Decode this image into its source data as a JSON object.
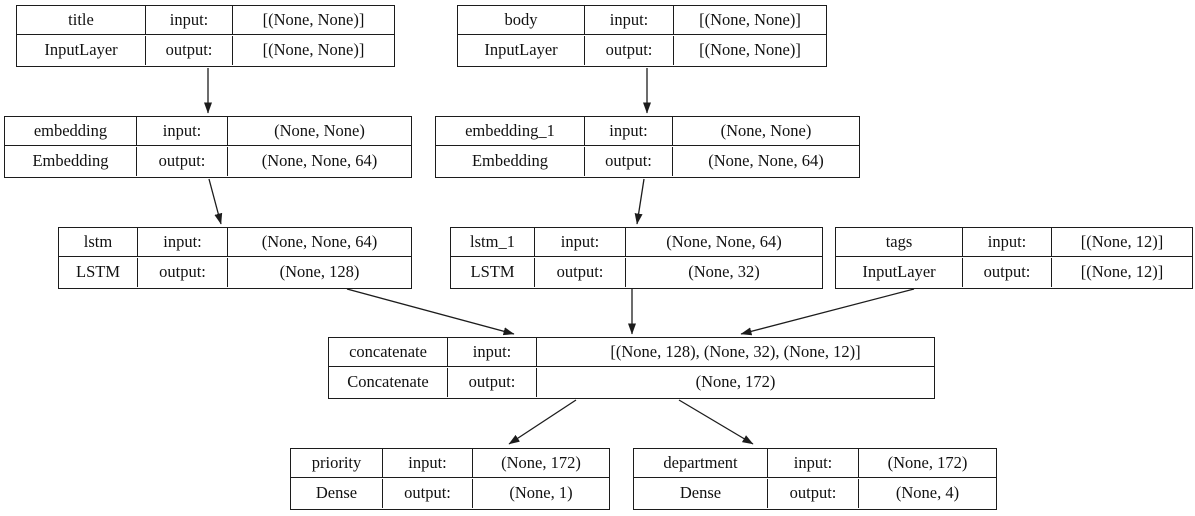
{
  "labels": {
    "input": "input:",
    "output": "output:"
  },
  "nodes": [
    {
      "id": "title",
      "name": "title",
      "type": "InputLayer",
      "input_shape": "[(None, None)]",
      "output_shape": "[(None, None)]"
    },
    {
      "id": "body",
      "name": "body",
      "type": "InputLayer",
      "input_shape": "[(None, None)]",
      "output_shape": "[(None, None)]"
    },
    {
      "id": "embedding",
      "name": "embedding",
      "type": "Embedding",
      "input_shape": "(None, None)",
      "output_shape": "(None, None, 64)"
    },
    {
      "id": "embedding_1",
      "name": "embedding_1",
      "type": "Embedding",
      "input_shape": "(None, None)",
      "output_shape": "(None, None, 64)"
    },
    {
      "id": "lstm",
      "name": "lstm",
      "type": "LSTM",
      "input_shape": "(None, None, 64)",
      "output_shape": "(None, 128)"
    },
    {
      "id": "lstm_1",
      "name": "lstm_1",
      "type": "LSTM",
      "input_shape": "(None, None, 64)",
      "output_shape": "(None, 32)"
    },
    {
      "id": "tags",
      "name": "tags",
      "type": "InputLayer",
      "input_shape": "[(None, 12)]",
      "output_shape": "[(None, 12)]"
    },
    {
      "id": "concatenate",
      "name": "concatenate",
      "type": "Concatenate",
      "input_shape": "[(None, 128), (None, 32), (None, 12)]",
      "output_shape": "(None, 172)"
    },
    {
      "id": "priority",
      "name": "priority",
      "type": "Dense",
      "input_shape": "(None, 172)",
      "output_shape": "(None, 1)"
    },
    {
      "id": "department",
      "name": "department",
      "type": "Dense",
      "input_shape": "(None, 172)",
      "output_shape": "(None, 4)"
    }
  ],
  "edges": [
    {
      "from": "title",
      "to": "embedding"
    },
    {
      "from": "body",
      "to": "embedding_1"
    },
    {
      "from": "embedding",
      "to": "lstm"
    },
    {
      "from": "embedding_1",
      "to": "lstm_1"
    },
    {
      "from": "lstm",
      "to": "concatenate"
    },
    {
      "from": "lstm_1",
      "to": "concatenate"
    },
    {
      "from": "tags",
      "to": "concatenate"
    },
    {
      "from": "concatenate",
      "to": "priority"
    },
    {
      "from": "concatenate",
      "to": "department"
    }
  ]
}
